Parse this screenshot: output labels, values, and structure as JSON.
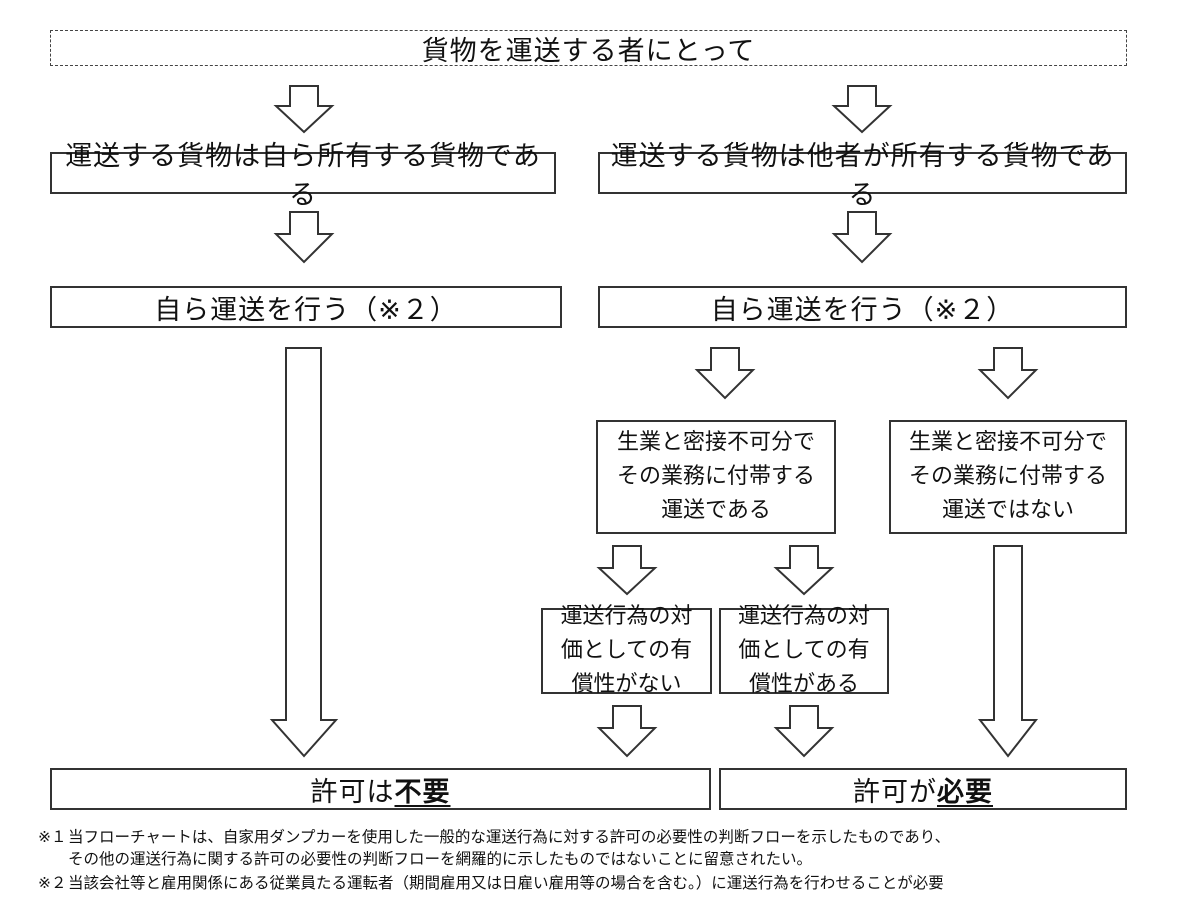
{
  "diagram": {
    "top": "貨物を運送する者にとって",
    "left": {
      "ownership": "運送する貨物は自ら所有する貨物である",
      "self_transport": "自ら運送を行う（※２）"
    },
    "right": {
      "ownership": "運送する貨物は他者が所有する貨物である",
      "self_transport": "自ら運送を行う（※２）",
      "incidental": [
        "生業と密接不可分で",
        "その業務に付帯する",
        "運送である"
      ],
      "not_incidental": [
        "生業と密接不可分で",
        "その業務に付帯する",
        "運送ではない"
      ],
      "no_compensation": [
        "運送行為の対",
        "価としての有",
        "償性がない"
      ],
      "compensation": [
        "運送行為の対",
        "価としての有",
        "償性がある"
      ]
    },
    "result_unnecessary": {
      "prefix": "許可は",
      "emphasis": "不要"
    },
    "result_necessary": {
      "prefix": "許可が",
      "emphasis": "必要"
    }
  },
  "notes": [
    {
      "mark": "※１",
      "lines": [
        "当フローチャートは、自家用ダンプカーを使用した一般的な運送行為に対する許可の必要性の判断フローを示したものであり、",
        "その他の運送行為に関する許可の必要性の判断フローを網羅的に示したものではないことに留意されたい。"
      ]
    },
    {
      "mark": "※２",
      "lines": [
        "当該会社等と雇用関係にある従業員たる運転者（期間雇用又は日雇い雇用等の場合を含む。）に運送行為を行わせることが必要"
      ]
    }
  ]
}
